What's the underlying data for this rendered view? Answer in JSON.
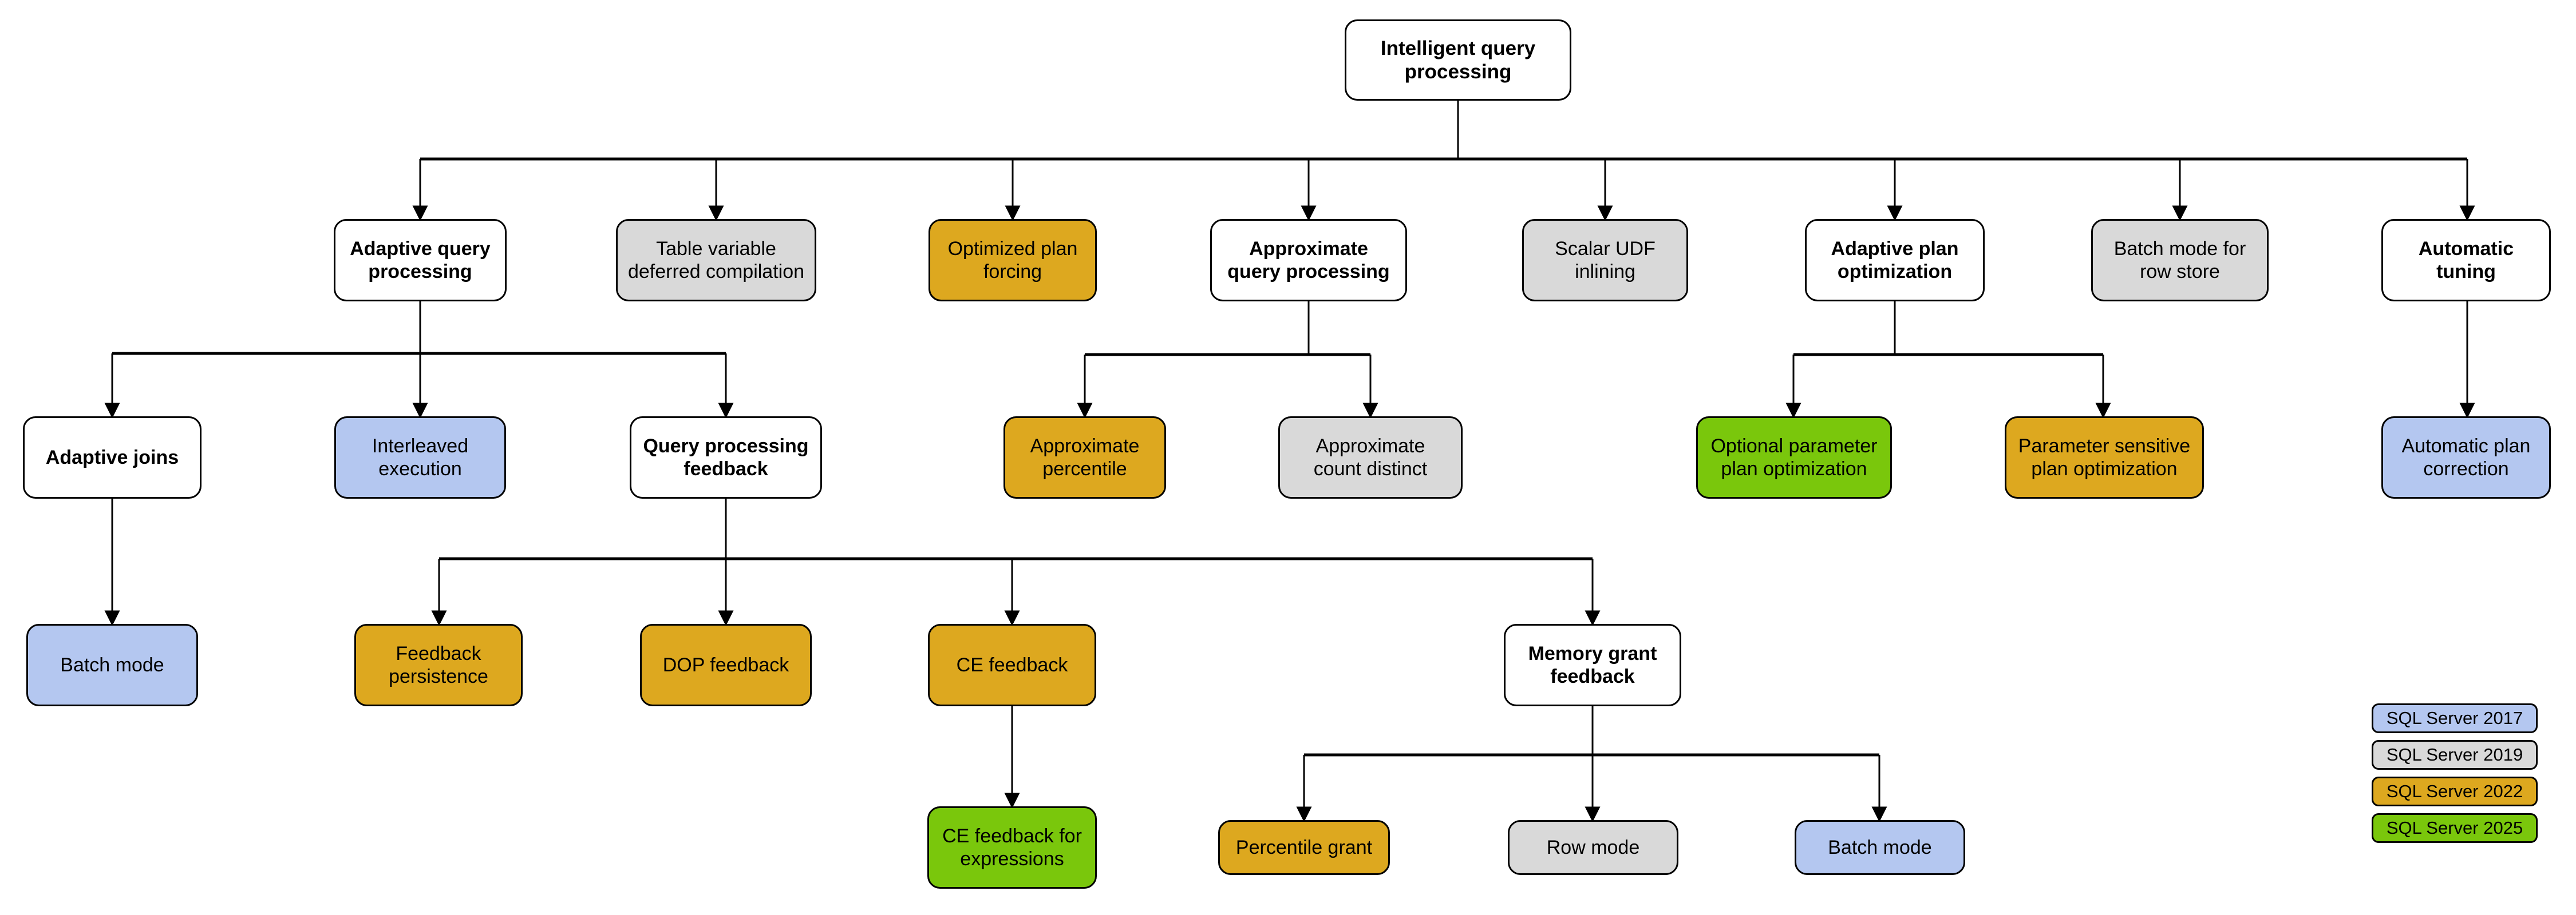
{
  "diagram": {
    "title": "Intelligent query processing",
    "root": {
      "label": "Intelligent query processing",
      "color": "white"
    },
    "level1": [
      {
        "label": "Adaptive query\nprocessing",
        "color": "white"
      },
      {
        "label": "Table variable\ndeferred compilation",
        "color": "grey"
      },
      {
        "label": "Optimized plan\nforcing",
        "color": "gold"
      },
      {
        "label": "Approximate\nquery processing",
        "color": "white"
      },
      {
        "label": "Scalar UDF\ninlining",
        "color": "grey"
      },
      {
        "label": "Adaptive plan\noptimization",
        "color": "white"
      },
      {
        "label": "Batch mode for\nrow store",
        "color": "grey"
      },
      {
        "label": "Automatic\ntuning",
        "color": "white"
      }
    ],
    "level2": [
      {
        "label": "Adaptive joins",
        "color": "white",
        "parent": "Adaptive query processing"
      },
      {
        "label": "Interleaved\nexecution",
        "color": "blue",
        "parent": "Adaptive query processing"
      },
      {
        "label": "Query processing\nfeedback",
        "color": "white",
        "parent": "Adaptive query processing"
      },
      {
        "label": "Approximate\npercentile",
        "color": "gold",
        "parent": "Approximate query processing"
      },
      {
        "label": "Approximate\ncount distinct",
        "color": "grey",
        "parent": "Approximate query processing"
      },
      {
        "label": "Optional parameter\nplan optimization",
        "color": "green",
        "parent": "Adaptive plan optimization"
      },
      {
        "label": "Parameter sensitive\nplan optimization",
        "color": "gold",
        "parent": "Adaptive plan optimization"
      },
      {
        "label": "Automatic plan\ncorrection",
        "color": "blue",
        "parent": "Automatic tuning"
      }
    ],
    "level3": [
      {
        "label": "Batch mode",
        "color": "blue",
        "parent": "Adaptive joins"
      },
      {
        "label": "Feedback\npersistence",
        "color": "gold",
        "parent": "Query processing feedback"
      },
      {
        "label": "DOP feedback",
        "color": "gold",
        "parent": "Query processing feedback"
      },
      {
        "label": "CE feedback",
        "color": "gold",
        "parent": "Query processing feedback"
      },
      {
        "label": "Memory grant\nfeedback",
        "color": "white",
        "parent": "Query processing feedback"
      }
    ],
    "level4": [
      {
        "label": "CE feedback for\nexpressions",
        "color": "green",
        "parent": "CE feedback"
      },
      {
        "label": "Percentile grant",
        "color": "gold",
        "parent": "Memory grant feedback"
      },
      {
        "label": "Row mode",
        "color": "grey",
        "parent": "Memory grant feedback"
      },
      {
        "label": "Batch mode",
        "color": "blue",
        "parent": "Memory grant feedback"
      }
    ]
  },
  "legend": {
    "items": [
      {
        "label": "SQL Server 2017",
        "color": "blue"
      },
      {
        "label": "SQL Server 2019",
        "color": "grey"
      },
      {
        "label": "SQL Server 2022",
        "color": "gold"
      },
      {
        "label": "SQL Server 2025",
        "color": "green"
      }
    ]
  },
  "colors": {
    "white": "#ffffff",
    "grey": "#d9d9d9",
    "gold": "#dda81f",
    "blue": "#b4c7f0",
    "green": "#7ac70c",
    "stroke": "#000000"
  }
}
